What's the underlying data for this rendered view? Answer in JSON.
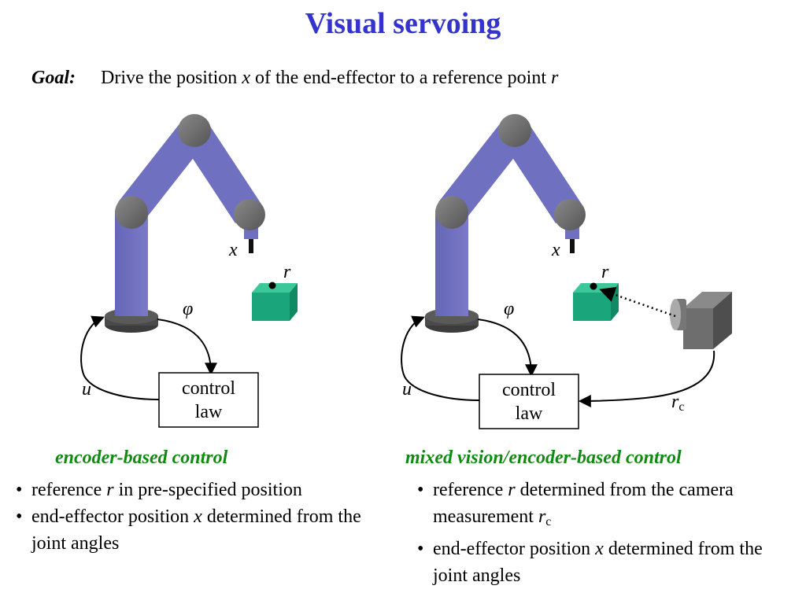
{
  "title": "Visual servoing",
  "goal": {
    "label": "Goal:",
    "text_1": "Drive the position ",
    "var_x": "x",
    "text_2": " of the end-effector to a reference point ",
    "var_r": "r"
  },
  "left": {
    "label_x": "x",
    "label_r": "r",
    "label_phi": "φ",
    "label_u": "u",
    "box_line1": "control",
    "box_line2": "law",
    "caption": "encoder-based control",
    "bullet1_a": "reference ",
    "bullet1_var": "r",
    "bullet1_b": " in pre-specified position",
    "bullet2_a": "end-effector position ",
    "bullet2_var": "x",
    "bullet2_b": " determined from the joint angles"
  },
  "right": {
    "label_x": "x",
    "label_r": "r",
    "label_phi": "φ",
    "label_u": "u",
    "label_rc": "r",
    "label_rc_sub": "c",
    "box_line1": "control",
    "box_line2": "law",
    "caption": "mixed vision/encoder-based control",
    "bullet1_a": "reference ",
    "bullet1_var": "r",
    "bullet1_b": " determined from the camera measurement ",
    "bullet1_var2": "r",
    "bullet1_sub": "c",
    "bullet2_a": "end-effector position ",
    "bullet2_var": "x",
    "bullet2_b": " determined from the joint angles"
  },
  "colors": {
    "title": "#3434cc",
    "arm": "#7070c0",
    "joint": "#6a6a6a",
    "cube": "#1aa67a",
    "camera": "#6e6e6e",
    "caption": "#108a10"
  }
}
